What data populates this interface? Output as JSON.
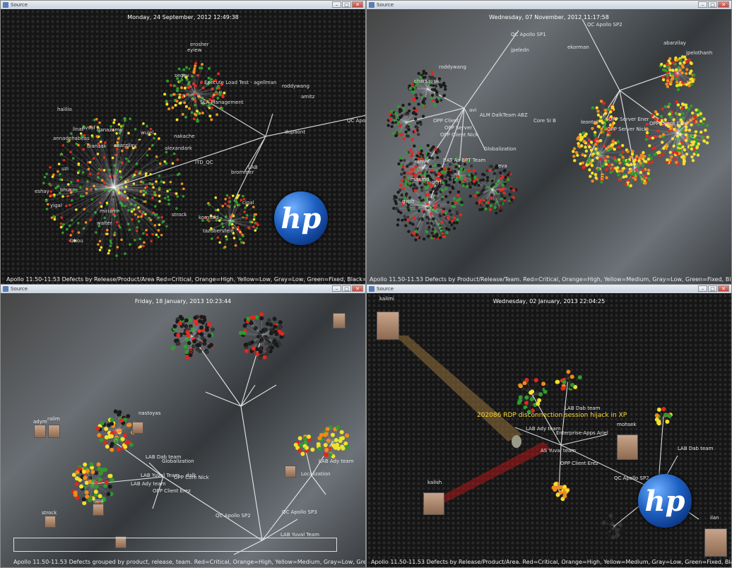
{
  "windows": [
    {
      "title": "Source",
      "date": "Monday, 24 September, 2012 12:49:38",
      "caption": "Apollo 11.50-11.53 Defects by Release/Product/Area Red=Critical, Orange=High, Yellow=Low, Gray=Low, Green=Fixed, Black=Closed",
      "labels": [
        "erosher",
        "eyiew",
        "segev",
        "Execute Load Test - agellman",
        "roddywang",
        "amitz",
        "SLA Management",
        "haiilio",
        "linat",
        "avsaf",
        "danazamir",
        "annadehabeas",
        "dianaak",
        "abarzilay",
        "wujel",
        "nakache",
        "alexandark",
        "ITD_QC",
        "QC Apolo SP",
        "dupaont",
        "brommer",
        "LAB",
        "kornfeld",
        "tazdberstein",
        "lzhou",
        "yigal",
        "walter",
        "eshay",
        "bhusz",
        "uzi",
        "strock",
        "cigal",
        "miriamr"
      ],
      "logo": "hp"
    },
    {
      "title": "Source",
      "date": "Wednesday, 07 November, 2012 11:17:58",
      "caption": "Apollo 11.50-11.53 Defects by Product/Release/Team. Red=Critical, Orange=High, Yellow=Medium, Gray=Low, Green=Fixed, Black=Closed",
      "labels": [
        "QC Apollo SP1",
        "QC Apollo SP2",
        "jpeledn",
        "ekorman",
        "abarzilay",
        "jpelothanh",
        "roddywang",
        "charsayuk",
        "OPP Client",
        "avi",
        "ALM DalkTeam ABZ",
        "OPP Server",
        "OPP Client Nick",
        "BAT As BPT Team",
        "Globalization",
        "leontel",
        "OPP Server Ener",
        "OPP Client Core",
        "maxmo",
        "ramis",
        "gaph",
        "gort",
        "eva",
        "OPP Server Nick",
        "Core SI B"
      ],
      "logo": ""
    },
    {
      "title": "Source",
      "date": "Friday, 18 January, 2013 10:23:44",
      "caption": "Apollo 11.50-11.53 Defects grouped by product, release, team. Red=Critical, Orange=High, Yellow=Medium, Gray=Low, Green=Fixed, Black=Closed",
      "labels": [
        "adym",
        "ralim",
        "nastoyas",
        "LAB Dab team",
        "Globalization",
        "LAB Yuval Team",
        "OPP Core Nick",
        "OPP Client Erez",
        "LAB Ady team",
        "Ispa",
        "QC Apollo SP2",
        "QC Apollo SP3",
        "LAB Ady team",
        "LAB Yuval Team",
        "Localization",
        "strock",
        "dalk"
      ],
      "logo": ""
    },
    {
      "title": "Source",
      "date": "Wednesday, 02 January, 2013 22:04:25",
      "caption": "Apollo 11.50-11.53 Defects by Release/Product/Area. Red=Critical, Orange=High, Yellow=Medium, Gray=Low, Green=Fixed, Black=Closed",
      "labels": [
        "kalimi",
        "202086 RDP disconnection session hijack in XP",
        "LAB Dab team",
        "LAB Ady team",
        "Enterprise-Apps Ariel",
        "mohsek",
        "LAB Dab team",
        "AS Yuval team",
        "OPP Client Erez",
        "QC Apollo SP2",
        "kalish",
        "ilan"
      ],
      "logo": "hp"
    }
  ],
  "colors": {
    "critical": "#e0281e",
    "high": "#f08a1a",
    "medium": "#f1e12a",
    "low": "#8a8a8a",
    "fixed": "#2e9b2e",
    "closed": "#1a1a1a"
  }
}
